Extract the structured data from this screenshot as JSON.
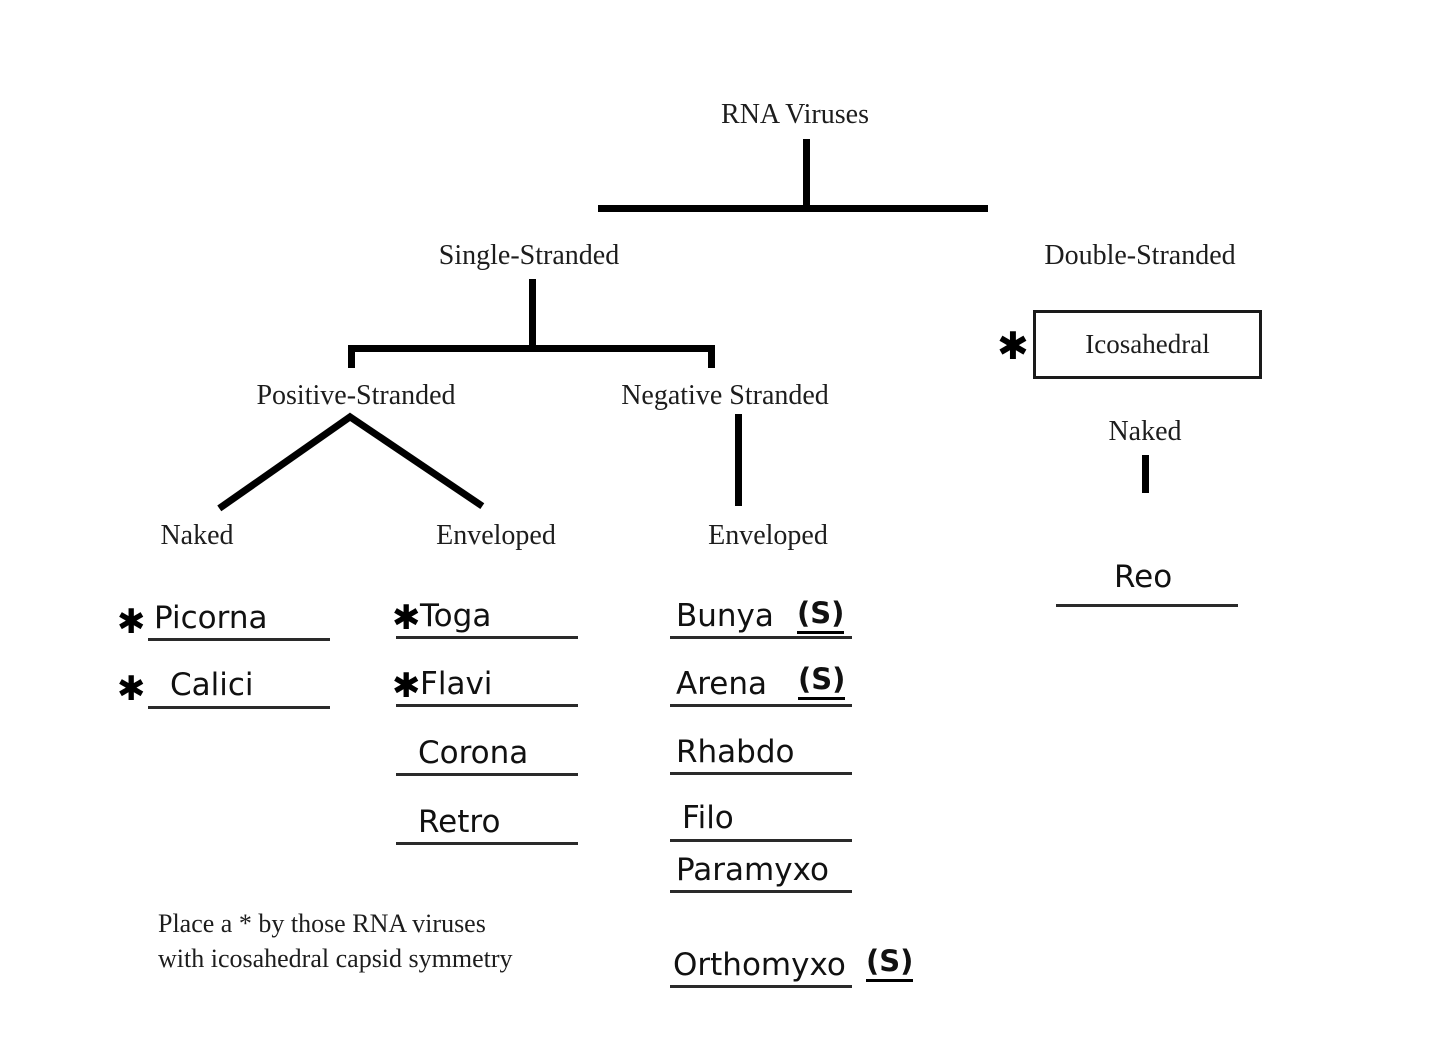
{
  "diagram": {
    "title": "RNA Viruses",
    "nodes": {
      "root": "RNA Viruses",
      "single_stranded": "Single-Stranded",
      "double_stranded": "Double-Stranded",
      "positive_stranded": "Positive-Stranded",
      "negative_stranded": "Negative Stranded",
      "positive_naked": "Naked",
      "positive_enveloped": "Enveloped",
      "negative_enveloped": "Enveloped",
      "icosahedral": "Icosahedral",
      "ds_naked": "Naked"
    },
    "asterisk_glyph": "✱",
    "columns": [
      {
        "id": "positive-naked",
        "parent": "Naked",
        "entries": [
          {
            "name": "Picorna",
            "asterisk": true,
            "segmented": false
          },
          {
            "name": "Calici",
            "asterisk": true,
            "segmented": false
          }
        ]
      },
      {
        "id": "positive-enveloped",
        "parent": "Enveloped",
        "entries": [
          {
            "name": "Toga",
            "asterisk": true,
            "segmented": false
          },
          {
            "name": "Flavi",
            "asterisk": true,
            "segmented": false
          },
          {
            "name": "Corona",
            "asterisk": false,
            "segmented": false
          },
          {
            "name": "Retro",
            "asterisk": false,
            "segmented": false
          }
        ]
      },
      {
        "id": "negative-enveloped",
        "parent": "Enveloped",
        "entries": [
          {
            "name": "Bunya",
            "asterisk": false,
            "segmented": true,
            "segment_label": "(S)"
          },
          {
            "name": "Arena",
            "asterisk": false,
            "segmented": true,
            "segment_label": "(S)"
          },
          {
            "name": "Rhabdo",
            "asterisk": false,
            "segmented": false
          },
          {
            "name": "Filo",
            "asterisk": false,
            "segmented": false
          },
          {
            "name": "Paramyxo",
            "asterisk": false,
            "segmented": false
          },
          {
            "name": "Orthomyxo",
            "asterisk": false,
            "segmented": true,
            "segment_label": "(S)"
          }
        ]
      },
      {
        "id": "double-stranded-naked",
        "parent": "Naked",
        "entries": [
          {
            "name": "Reo",
            "asterisk": false,
            "segmented": false
          }
        ]
      }
    ],
    "caption": "Place a * by those RNA viruses\nwith icosahedral capsid symmetry",
    "colors": {
      "ink": "#1a1a1a",
      "line": "#000000",
      "background": "#ffffff"
    }
  }
}
